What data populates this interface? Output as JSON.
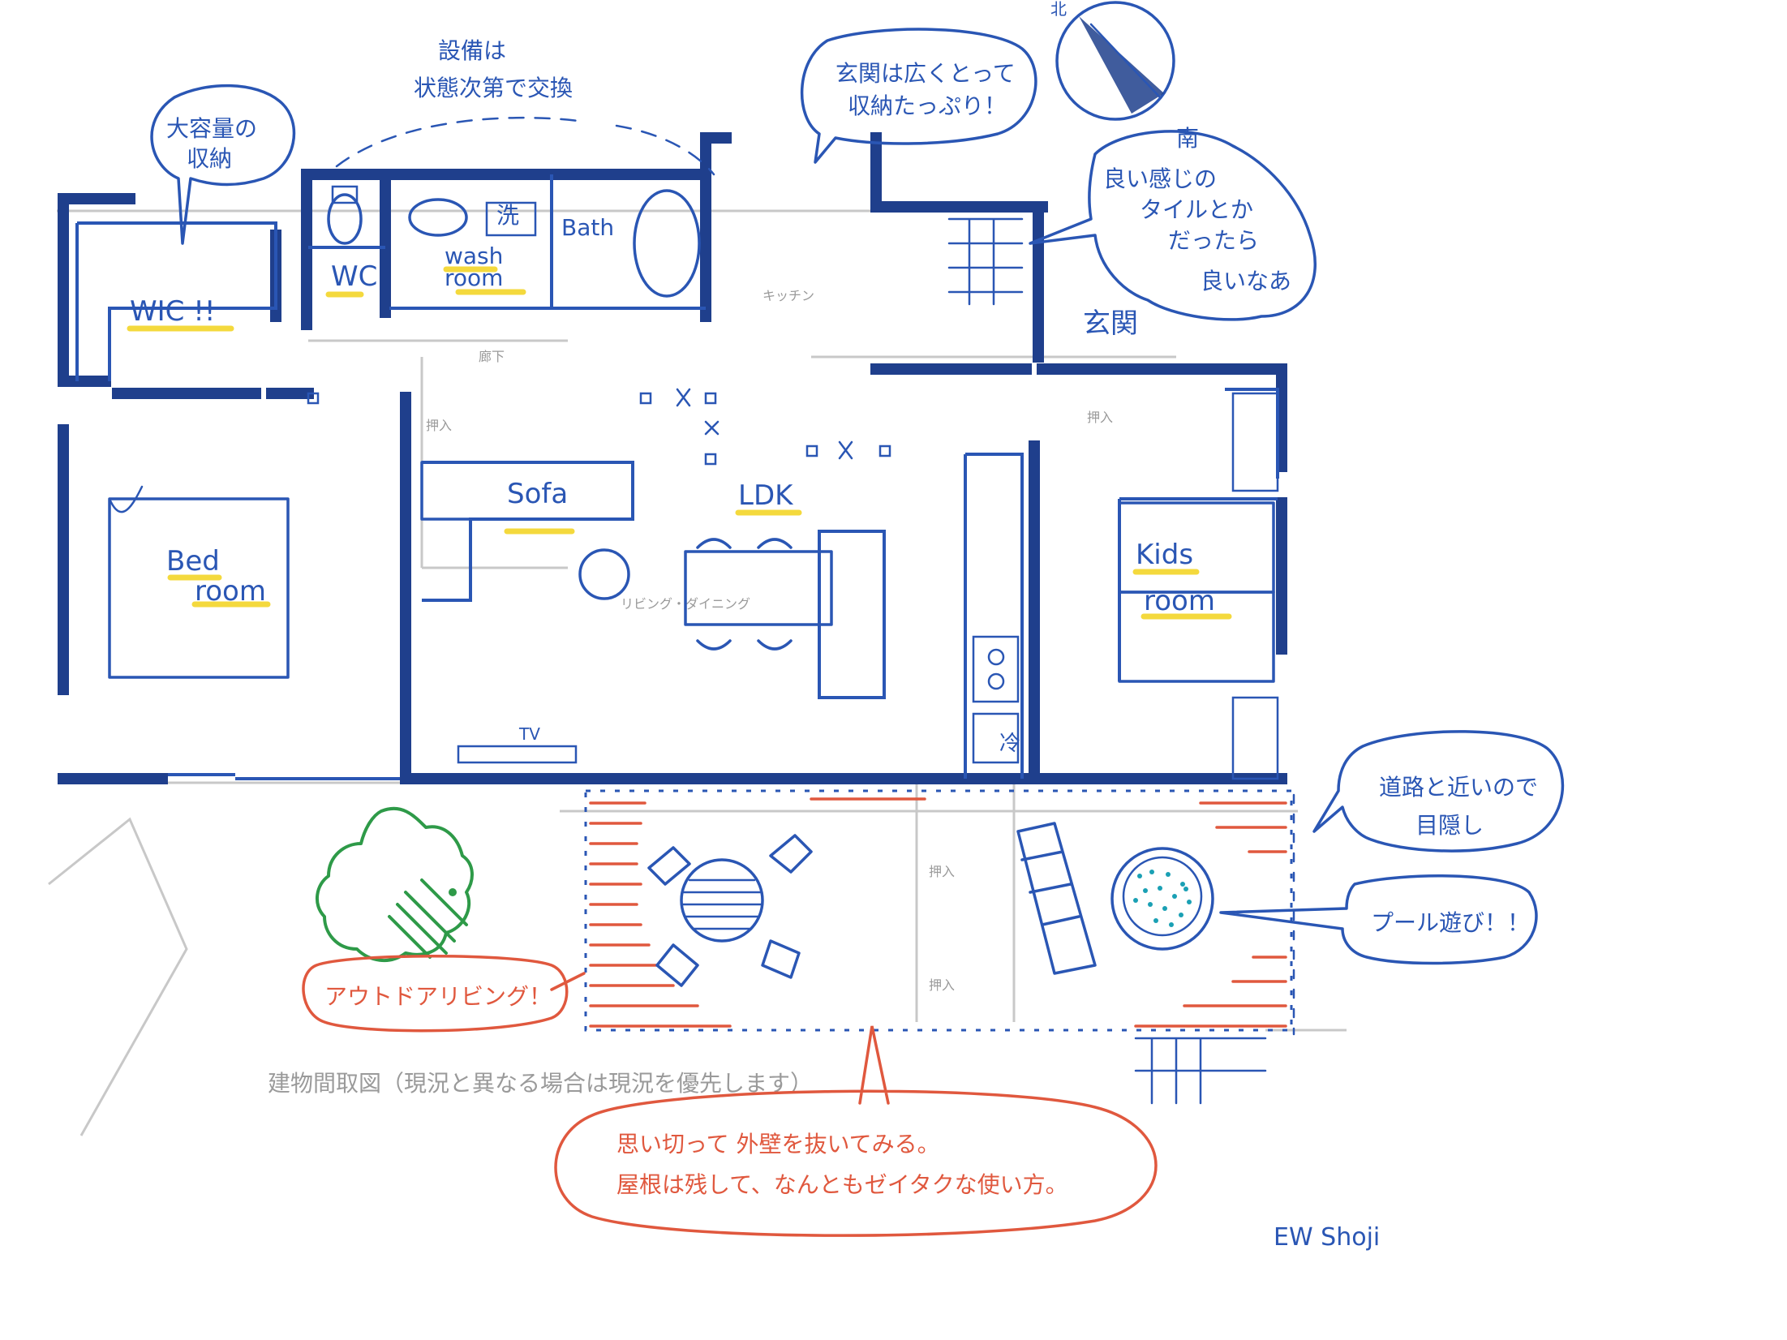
{
  "rooms": {
    "wic": "WIC !!",
    "wc": "WC",
    "wash": "wash room",
    "wash_line1": "wash",
    "wash_line2": "room",
    "bath": "Bath",
    "bed_line1": "Bed",
    "bed_line2": "room",
    "sofa": "Sofa",
    "ldk": "LDK",
    "kids_line1": "Kids",
    "kids_line2": "room",
    "tv": "TV",
    "entrance": "玄関",
    "washer": "洗",
    "fridge": "冷"
  },
  "notes": {
    "storage": [
      "大容量の",
      "収納"
    ],
    "equipment": [
      "設備は",
      "状態次第で交換"
    ],
    "genkan": [
      "玄関は広くとって",
      "収納たっぷり！"
    ],
    "tile": [
      "良い感じの",
      "タイルとか",
      "だったら",
      "良いなあ"
    ],
    "screen": [
      "道路と近いので",
      "目隠し"
    ],
    "pool": "プール遊び！！",
    "outdoor": "アウトドアリビング！",
    "wall": [
      "思い切って 外壁を抜いてみる。",
      "屋根は残して、なんともゼイタクな使い方。"
    ]
  },
  "compass": {
    "south": "南",
    "north": "北"
  },
  "signature": "EW Shoji",
  "background_caption": "建物間取図（現況と異なる場合は現況を優先します）",
  "background_labels": {
    "living_dining": "リビング・ダイニング",
    "kitchen": "キッチン",
    "closet1": "押入",
    "closet2": "押入",
    "closet3": "押入",
    "closet4": "押入",
    "hallway": "廊下"
  },
  "colors": {
    "ink_blue": "#2a56b4",
    "wall_blue": "#1f3f8c",
    "red": "#e0583e",
    "green": "#2e9a48",
    "highlight": "#f2d21b",
    "pool_dots": "#1aa0b4"
  }
}
